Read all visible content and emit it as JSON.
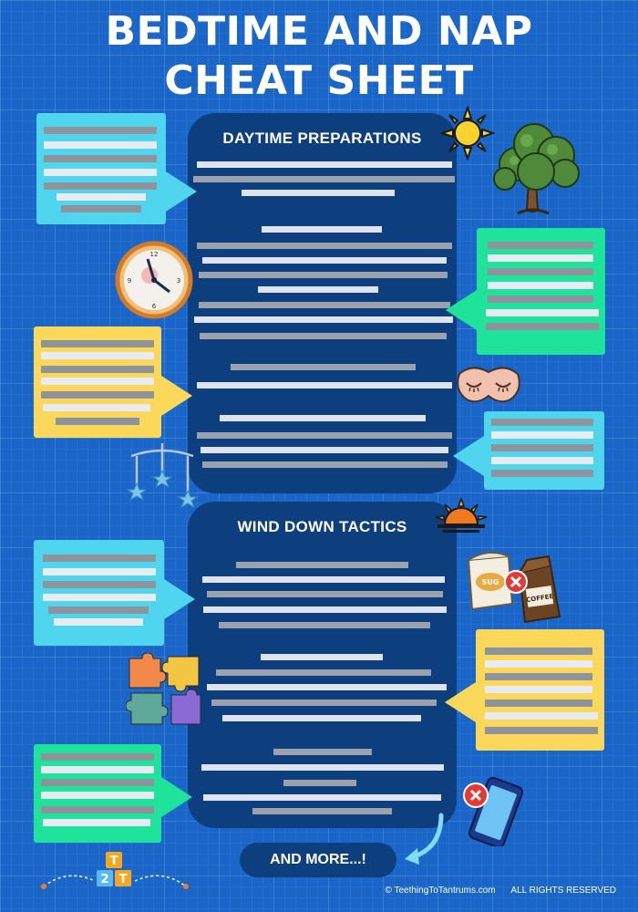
{
  "header": {
    "title_line1": "BEDTIME AND NAP",
    "title_line2": "CHEAT SHEET"
  },
  "sections": [
    {
      "title": "DAYTIME PREPARATIONS"
    },
    {
      "title": "WIND DOWN TACTICS"
    }
  ],
  "more_label": "AND MORE...!",
  "footer": {
    "copyright": "© TeethingToTantrums.com",
    "rights": "ALL RIGHTS RESERVED"
  },
  "icons": [
    "sun-icon",
    "tree-icon",
    "clock-icon",
    "sleep-mask-icon",
    "baby-mobile-icon",
    "sunset-icon",
    "sugar-coffee-icon",
    "puzzle-icon",
    "phone-icon",
    "logo-blocks-icon",
    "curved-arrow-icon"
  ],
  "colors": {
    "background": "#1a66c8",
    "panel": "#0d3e7e",
    "cyan": "#4fd5ee",
    "green": "#1fe39a",
    "yellow": "#fcd85a"
  }
}
